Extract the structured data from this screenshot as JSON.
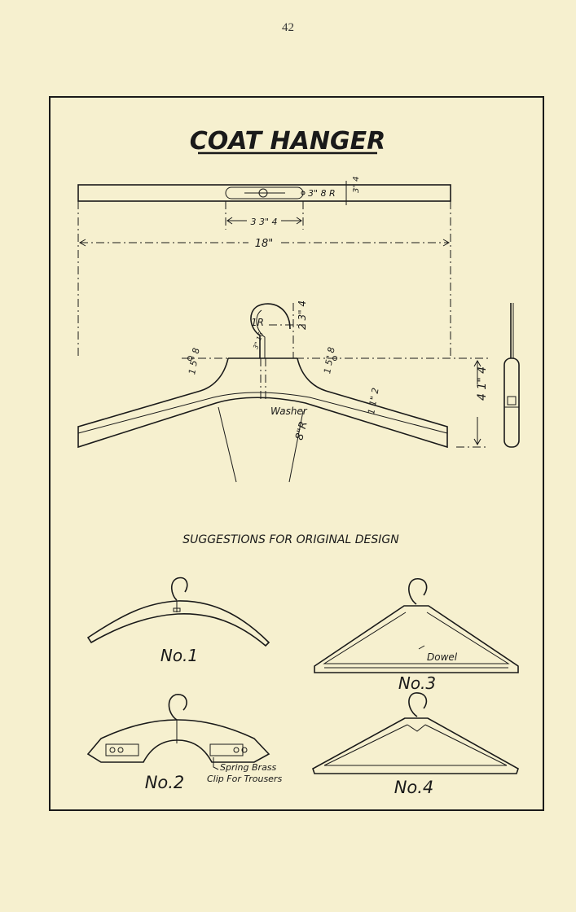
{
  "page_number": "42",
  "title": "COAT HANGER",
  "dimensions": {
    "slot_radius": "3\" 8 R",
    "thickness": "3\" 4",
    "slot_length": "3 3\" 4",
    "overall_length": "18\"",
    "hook_radius": "1R",
    "hook_height": "2 3\" 4",
    "hook_wire": "3\" 16",
    "shoulder_left": "1 5\" 8",
    "shoulder_right": "1 5\" 8",
    "washer": "Washer",
    "arm_width": "1 1\" 2",
    "curve_radius": "8\"R",
    "total_height": "4 1\" 4"
  },
  "subtitle": "SUGGESTIONS FOR ORIGINAL DESIGN",
  "designs": {
    "no1": "No.1",
    "no2": "No.2",
    "no3": "No.3",
    "no4": "No.4",
    "clip_note_line1": "Spring Brass",
    "clip_note_line2": "Clip For Trousers",
    "dowel": "Dowel"
  }
}
